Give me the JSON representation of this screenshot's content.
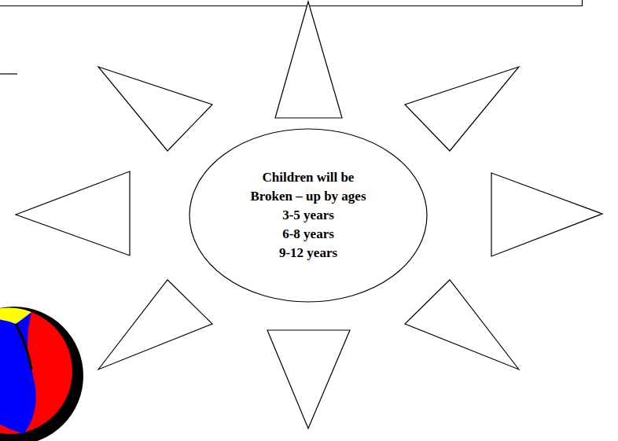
{
  "diagram": {
    "nodes": [
      {
        "text": [
          "Children will be Broken – up by ages",
          "3-5 years",
          "6-8 years",
          "9-12 years"
        ]
      }
    ]
  }
}
